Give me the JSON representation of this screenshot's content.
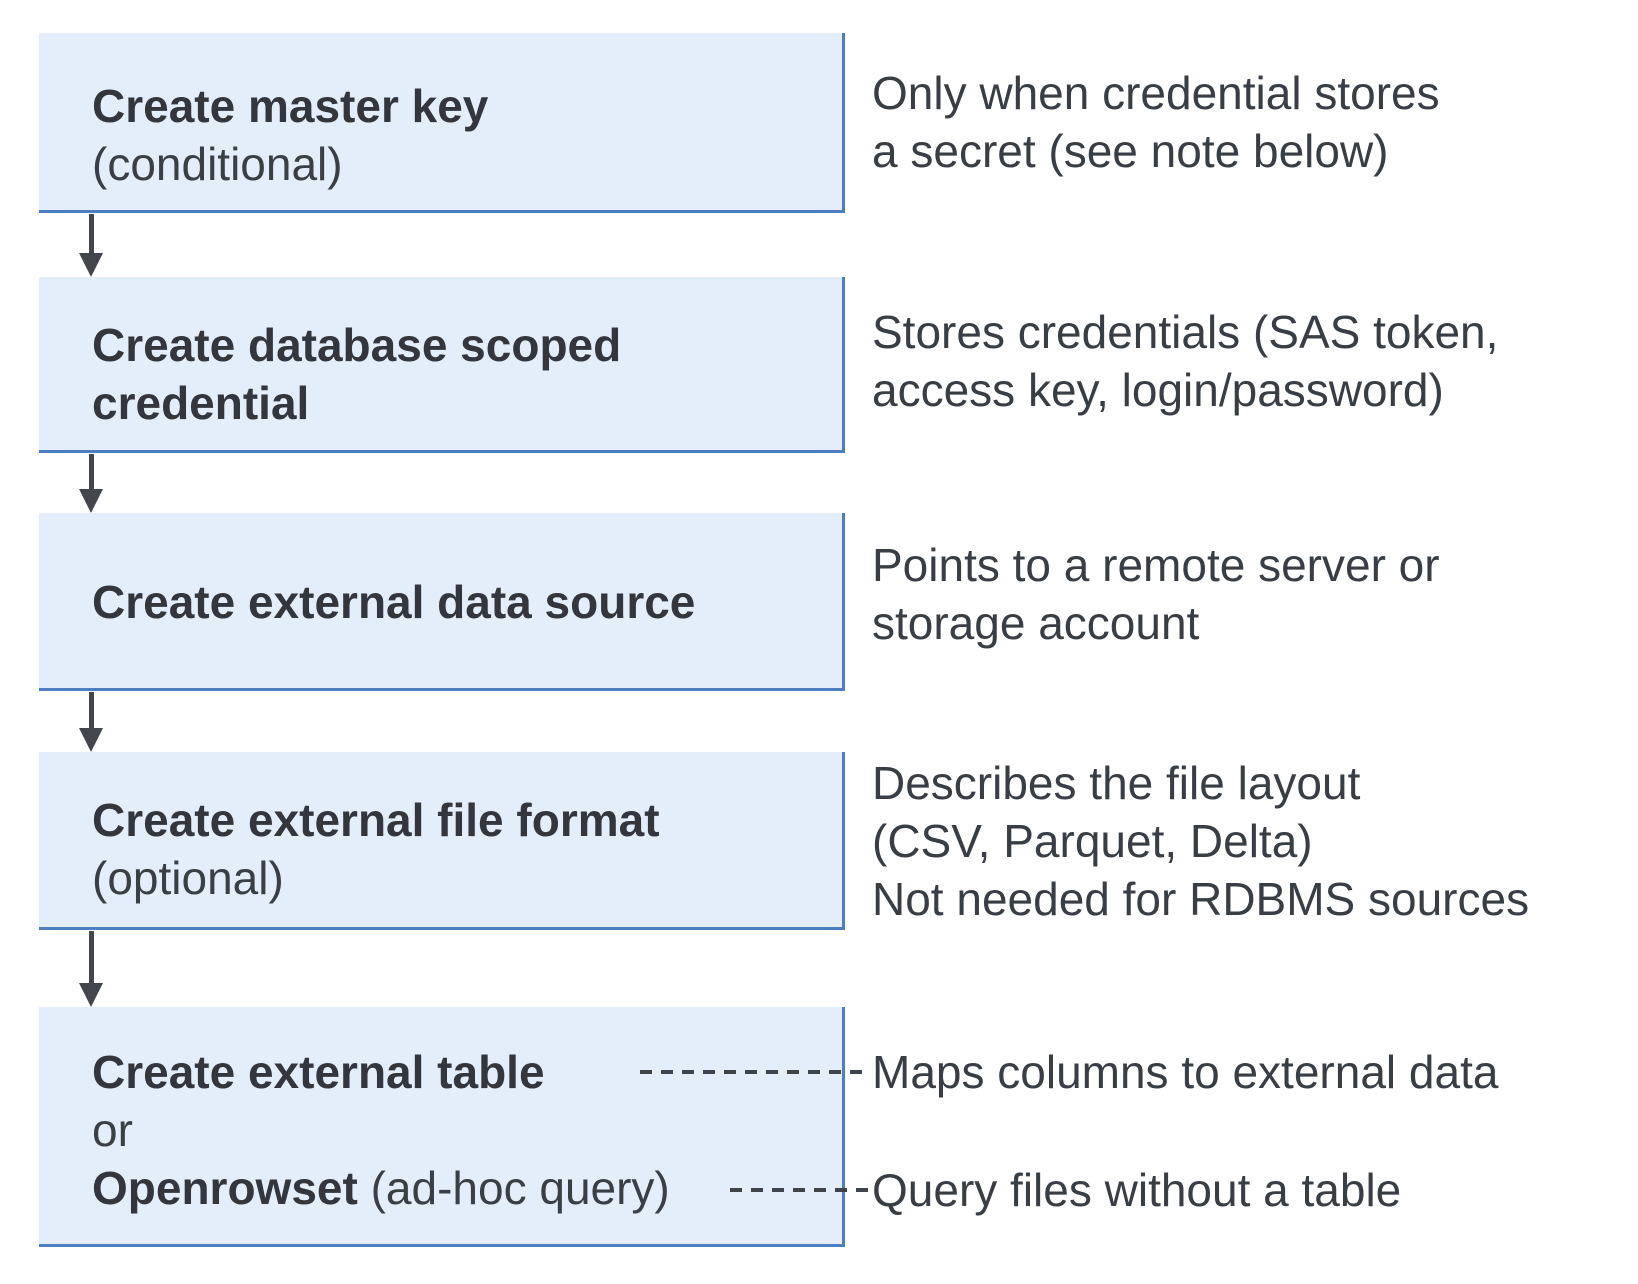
{
  "colors": {
    "box_fill": "#e4eefa",
    "box_border": "#4d7ebf",
    "arrow_color": "#43474d",
    "text_color": "#393e45"
  },
  "diagram": {
    "type": "flowchart",
    "steps": [
      {
        "title": "Create master key",
        "qualifier": "(conditional)",
        "note_line1": "Only when credential stores",
        "note_line2": "a secret (see note below)"
      },
      {
        "title_line1": "Create database scoped",
        "title_line2": "credential",
        "note_line1": "Stores credentials (SAS token,",
        "note_line2": "access key, login/password)"
      },
      {
        "title": "Create external data source",
        "note_line1": "Points to a remote server or",
        "note_line2": "storage account"
      },
      {
        "title": "Create external file format",
        "qualifier": "(optional)",
        "note_line1": "Describes the file layout",
        "note_line2": "(CSV, Parquet, Delta)",
        "note_line3": "Not needed for RDBMS sources"
      },
      {
        "title": "Create external table",
        "or_label": "or",
        "alt_title": "Openrowset",
        "alt_qualifier": "(ad-hoc query)",
        "table_note": "Maps columns to external data",
        "openrowset_note": "Query files without a table"
      }
    ]
  }
}
